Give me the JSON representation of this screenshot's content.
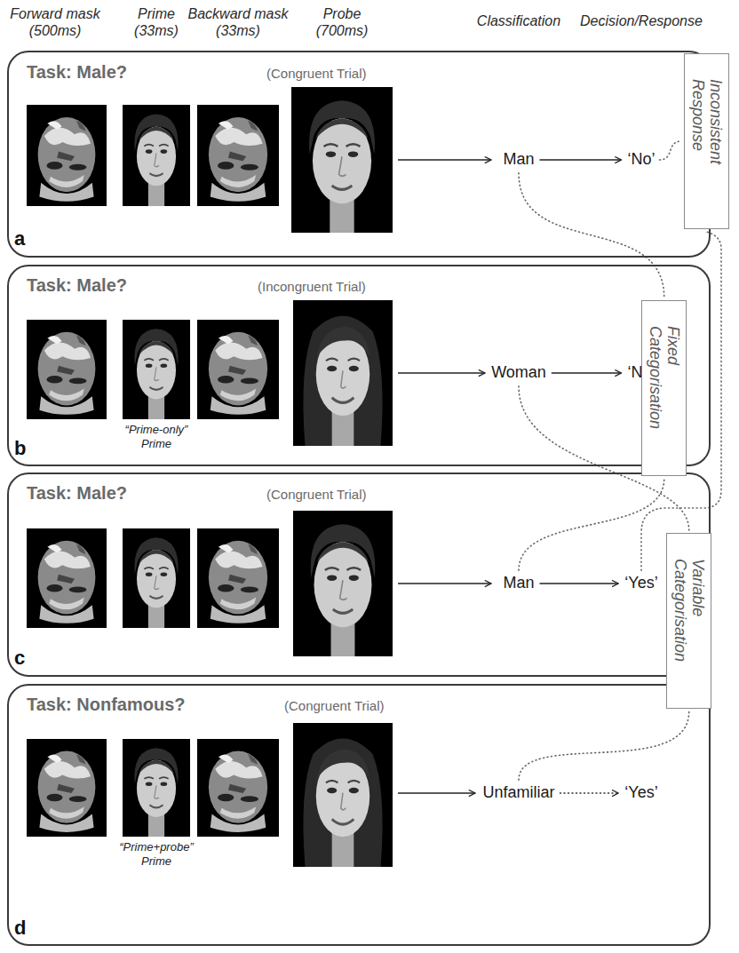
{
  "diagram": {
    "nodes": [
      {
        "text": [
          "Task: Male?",
          "(Congruent Trial)",
          "a"
        ]
      },
      {
        "text": [
          "Man"
        ],
        "in": 0
      },
      {
        "text": [
          "‘No’"
        ],
        "in": 0
      },
      {
        "text": [
          "Task: Male?",
          "(Incongruent Trial)",
          "“Prime-only” Prime",
          "b"
        ]
      },
      {
        "text": [
          "Woman"
        ],
        "in": 3
      },
      {
        "text": [
          "‘No’"
        ],
        "in": 3
      },
      {
        "text": [
          "Task: Male?",
          "(Congruent Trial)",
          "c"
        ]
      },
      {
        "text": [
          "Man"
        ],
        "in": 6
      },
      {
        "text": [
          "‘Yes’"
        ],
        "in": 6
      },
      {
        "text": [
          "Task: Nonfamous?",
          "(Congruent Trial)",
          "“Prime+probe” Prime",
          "d"
        ]
      },
      {
        "text": [
          "Unfamiliar"
        ],
        "in": 9
      },
      {
        "text": [
          "‘Yes’"
        ],
        "in": 9
      },
      {
        "text": [
          "Inconsistent Response"
        ]
      },
      {
        "text": [
          "Fixed Categorisation"
        ]
      },
      {
        "text": [
          "Variable Categorisation"
        ]
      }
    ],
    "edges": [
      {
        "from": 1,
        "to": 2,
        "arrow": "to"
      },
      {
        "from": 4,
        "to": 5,
        "arrow": "to"
      },
      {
        "from": 7,
        "to": 8,
        "arrow": "to"
      },
      {
        "from": 10,
        "to": 11,
        "arrow": "to"
      },
      {
        "from": 1,
        "to": 13,
        "arrow": "none"
      },
      {
        "from": 7,
        "to": 13,
        "arrow": "none"
      },
      {
        "from": 2,
        "to": 12,
        "arrow": "none"
      },
      {
        "from": 8,
        "to": 12,
        "arrow": "none"
      },
      {
        "from": 4,
        "to": 14,
        "arrow": "none"
      },
      {
        "from": 10,
        "to": 14,
        "arrow": "none"
      }
    ],
    "labels": [
      "Forward mask (500ms)",
      "Prime (33ms)",
      "Backward mask (33ms)",
      "Probe (700ms)",
      "Classification",
      "Decision/Response"
    ]
  }
}
